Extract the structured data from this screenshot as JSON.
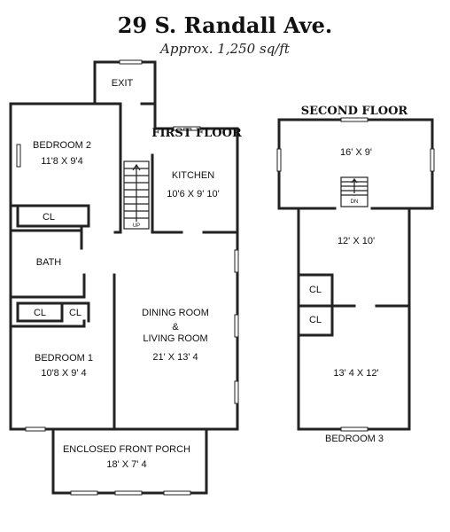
{
  "title": "29 S. Randall Ave.",
  "subtitle": "Approx. 1,250 sq/ft",
  "first_floor": {
    "heading": "FIRST FLOOR",
    "exit": "EXIT",
    "bedroom2": {
      "name": "BEDROOM 2",
      "size": "11'8 X 9'4"
    },
    "kitchen": {
      "name": "KITCHEN",
      "size": "10'6 X 9' 10'"
    },
    "cl_a": "CL",
    "bath": "BATH",
    "cl_b": "CL",
    "cl_c": "CL",
    "dining": {
      "line1": "DINING ROOM",
      "line2": "&",
      "line3": "LIVING ROOM",
      "size": "21' X 13' 4"
    },
    "bedroom1": {
      "name": "BEDROOM 1",
      "size": "10'8 X 9' 4"
    },
    "porch": {
      "name": "ENCLOSED FRONT PORCH",
      "size": "18' X 7' 4"
    },
    "stair_up": "UP"
  },
  "second_floor": {
    "heading": "SECOND FLOOR",
    "room_top": "16' X 9'",
    "stair_dn": "DN",
    "room_mid": "12' X 10'",
    "cl_a": "CL",
    "cl_b": "CL",
    "room_bottom": "13' 4 X 12'",
    "bedroom3": "BEDROOM 3"
  }
}
